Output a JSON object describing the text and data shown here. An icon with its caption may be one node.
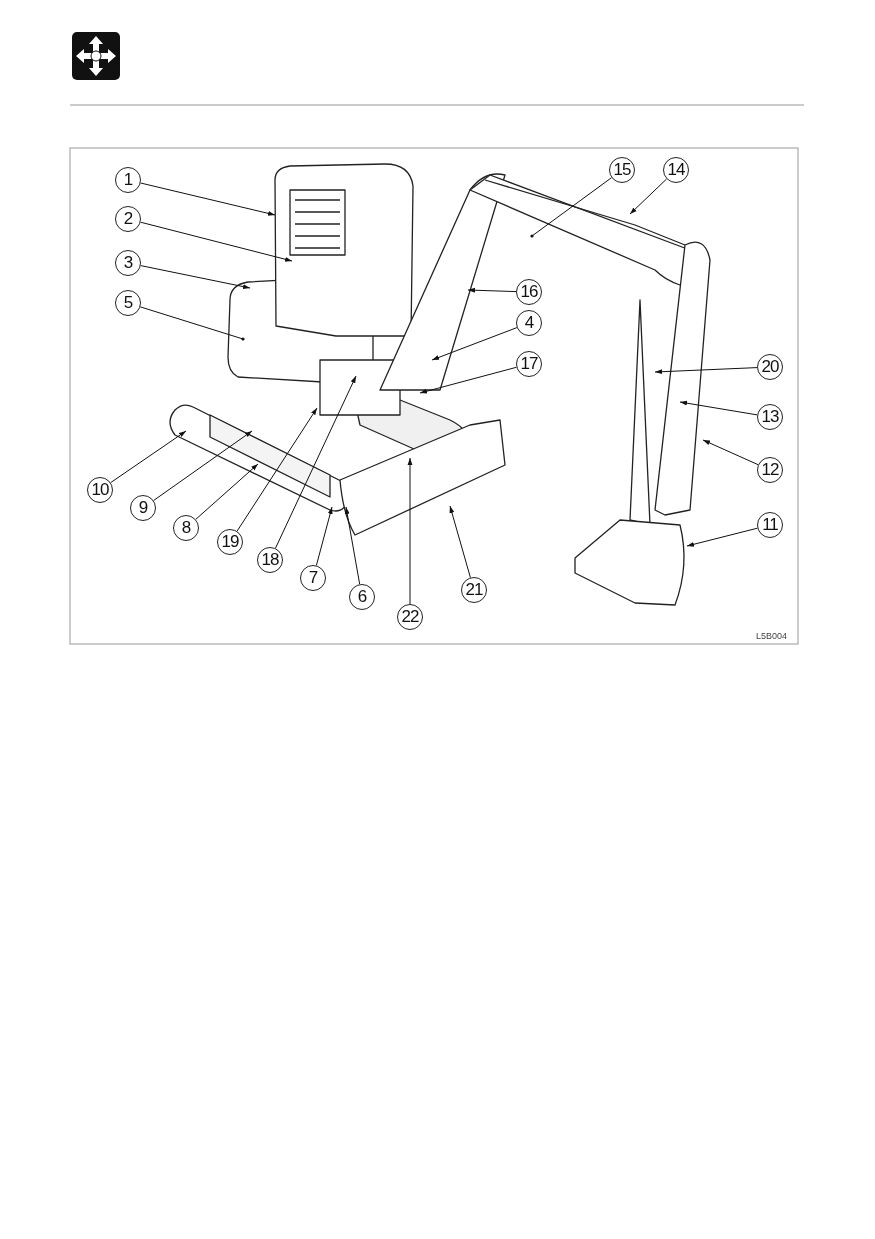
{
  "diagram": {
    "nodes": [
      {
        "text": [
          "1"
        ]
      },
      {
        "text": [
          "2"
        ]
      },
      {
        "text": [
          "3"
        ]
      },
      {
        "text": [
          "5"
        ]
      },
      {
        "text": [
          "10"
        ]
      },
      {
        "text": [
          "9"
        ]
      },
      {
        "text": [
          "8"
        ]
      },
      {
        "text": [
          "19"
        ]
      },
      {
        "text": [
          "18"
        ]
      },
      {
        "text": [
          "7"
        ]
      },
      {
        "text": [
          "6"
        ]
      },
      {
        "text": [
          "22"
        ]
      },
      {
        "text": [
          "21"
        ]
      },
      {
        "text": [
          "15"
        ]
      },
      {
        "text": [
          "14"
        ]
      },
      {
        "text": [
          "16"
        ]
      },
      {
        "text": [
          "4"
        ]
      },
      {
        "text": [
          "17"
        ]
      },
      {
        "text": [
          "20"
        ]
      },
      {
        "text": [
          "13"
        ]
      },
      {
        "text": [
          "12"
        ]
      },
      {
        "text": [
          "11"
        ]
      }
    ],
    "edges": [
      {
        "from": 0,
        "to": null,
        "arrow": "to"
      },
      {
        "from": 1,
        "to": null,
        "arrow": "to"
      },
      {
        "from": 2,
        "to": null,
        "arrow": "to"
      },
      {
        "from": 3,
        "to": null,
        "arrow": "other"
      },
      {
        "from": 4,
        "to": null,
        "arrow": "to"
      },
      {
        "from": 5,
        "to": null,
        "arrow": "to"
      },
      {
        "from": 6,
        "to": null,
        "arrow": "to"
      },
      {
        "from": 7,
        "to": null,
        "arrow": "to"
      },
      {
        "from": 8,
        "to": null,
        "arrow": "to"
      },
      {
        "from": 9,
        "to": null,
        "arrow": "to"
      },
      {
        "from": 10,
        "to": null,
        "arrow": "to"
      },
      {
        "from": 11,
        "to": null,
        "arrow": "to"
      },
      {
        "from": 12,
        "to": null,
        "arrow": "to"
      },
      {
        "from": 13,
        "to": null,
        "arrow": "other"
      },
      {
        "from": 14,
        "to": null,
        "arrow": "to"
      },
      {
        "from": 15,
        "to": null,
        "arrow": "to"
      },
      {
        "from": 16,
        "to": null,
        "arrow": "to"
      },
      {
        "from": 17,
        "to": null,
        "arrow": "to"
      },
      {
        "from": 18,
        "to": null,
        "arrow": "to"
      },
      {
        "from": 19,
        "to": null,
        "arrow": "to"
      },
      {
        "from": 20,
        "to": null,
        "arrow": "to"
      },
      {
        "from": 21,
        "to": null,
        "arrow": "to"
      }
    ],
    "labels": [
      "L5B004"
    ]
  }
}
